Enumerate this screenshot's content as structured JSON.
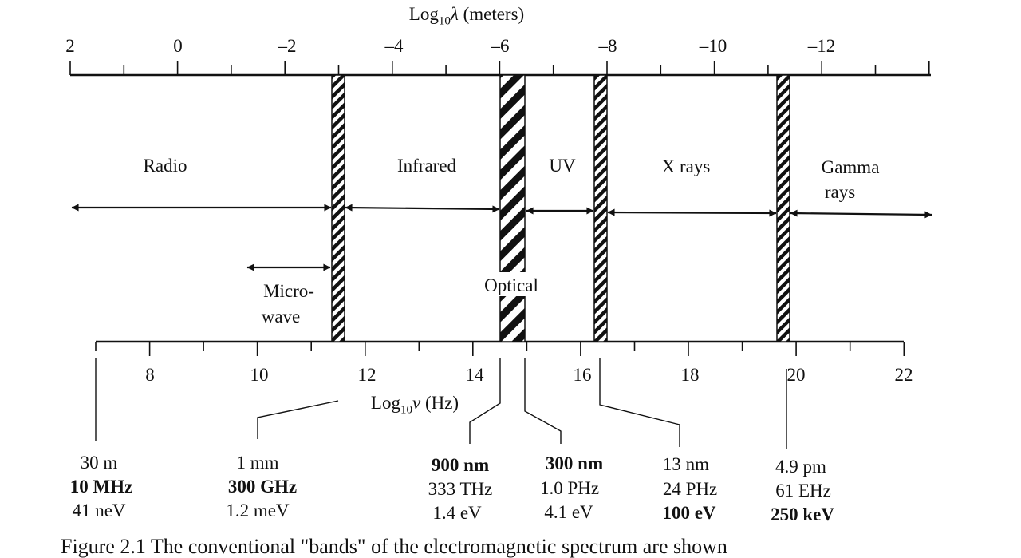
{
  "top_axis": {
    "label_main": "Log",
    "label_sub": "10",
    "label_symbol": "λ",
    "label_unit": "(meters)",
    "ticks": [
      "2",
      "0",
      "–2",
      "–4",
      "–6",
      "–8",
      "–10",
      "–12"
    ]
  },
  "bottom_axis": {
    "label_main": "Log",
    "label_sub": "10",
    "label_symbol": "ν",
    "label_unit": "(Hz)",
    "ticks": [
      "8",
      "10",
      "12",
      "14",
      "16",
      "18",
      "20",
      "22"
    ]
  },
  "regions": {
    "radio": "Radio",
    "infrared": "Infrared",
    "uv": "UV",
    "xrays": "X rays",
    "gamma_line1": "Gamma",
    "gamma_line2": "rays",
    "micro_line1": "Micro-",
    "micro_line2": "wave",
    "optical": "Optical"
  },
  "boundaries": [
    {
      "wavelength": "30 m",
      "frequency": "10 MHz",
      "energy": "41 neV",
      "bold": "frequency"
    },
    {
      "wavelength": "1 mm",
      "frequency": "300 GHz",
      "energy": "1.2 meV",
      "bold": "frequency"
    },
    {
      "wavelength": "900 nm",
      "frequency": "333 THz",
      "energy": "1.4 eV",
      "bold": "wavelength"
    },
    {
      "wavelength": "300 nm",
      "frequency": "1.0 PHz",
      "energy": "4.1 eV",
      "bold": "wavelength"
    },
    {
      "wavelength": "13 nm",
      "frequency": "24 PHz",
      "energy": "100 eV",
      "bold": "energy"
    },
    {
      "wavelength": "4.9 pm",
      "frequency": "61 EHz",
      "energy": "250 keV",
      "bold": "energy"
    }
  ],
  "caption_fragment": "Figure 2.1  The conventional \"bands\" of the electromagnetic spectrum are shown"
}
